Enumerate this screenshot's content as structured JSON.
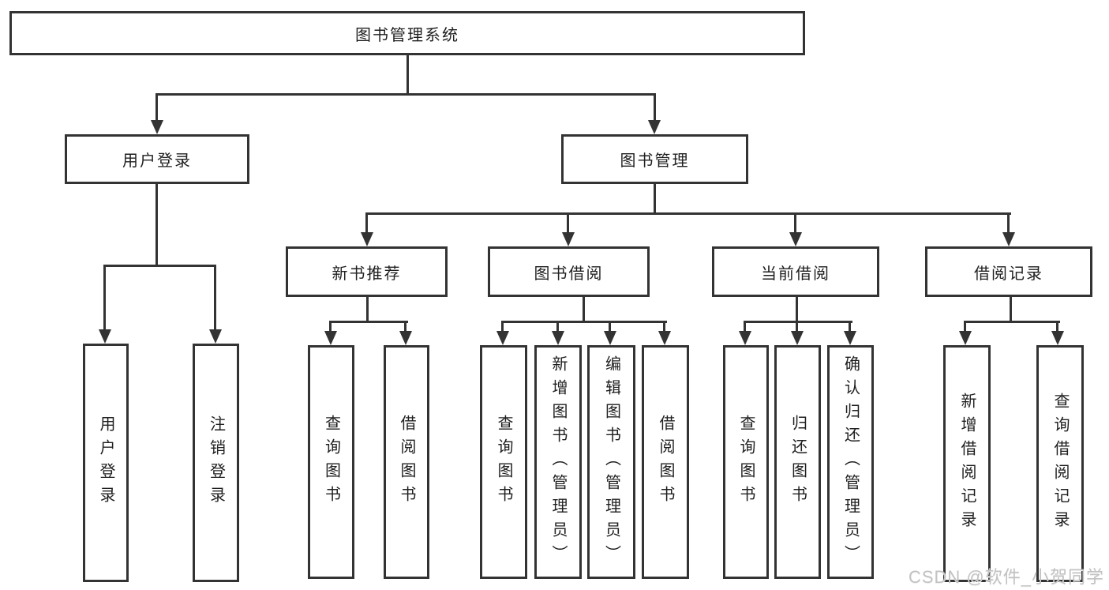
{
  "tree": {
    "root": "图书管理系统",
    "branches": [
      {
        "label": "用户登录",
        "leaves": [
          "用户登录",
          "注销登录"
        ]
      },
      {
        "label": "图书管理",
        "sections": [
          {
            "label": "新书推荐",
            "leaves": [
              "查询图书",
              "借阅图书"
            ]
          },
          {
            "label": "图书借阅",
            "leaves": [
              "查询图书",
              "新增图书（管理员）",
              "编辑图书（管理员）",
              "借阅图书"
            ]
          },
          {
            "label": "当前借阅",
            "leaves": [
              "查询图书",
              "归还图书",
              "确认归还（管理员）"
            ]
          },
          {
            "label": "借阅记录",
            "leaves": [
              "新增借阅记录",
              "查询借阅记录"
            ]
          }
        ]
      }
    ]
  },
  "watermark": "CSDN @软件_小贺同学",
  "colors": {
    "line": "#333333",
    "text": "#1f1f1f",
    "watermark": "#c2c2c2",
    "background": "#ffffff"
  }
}
